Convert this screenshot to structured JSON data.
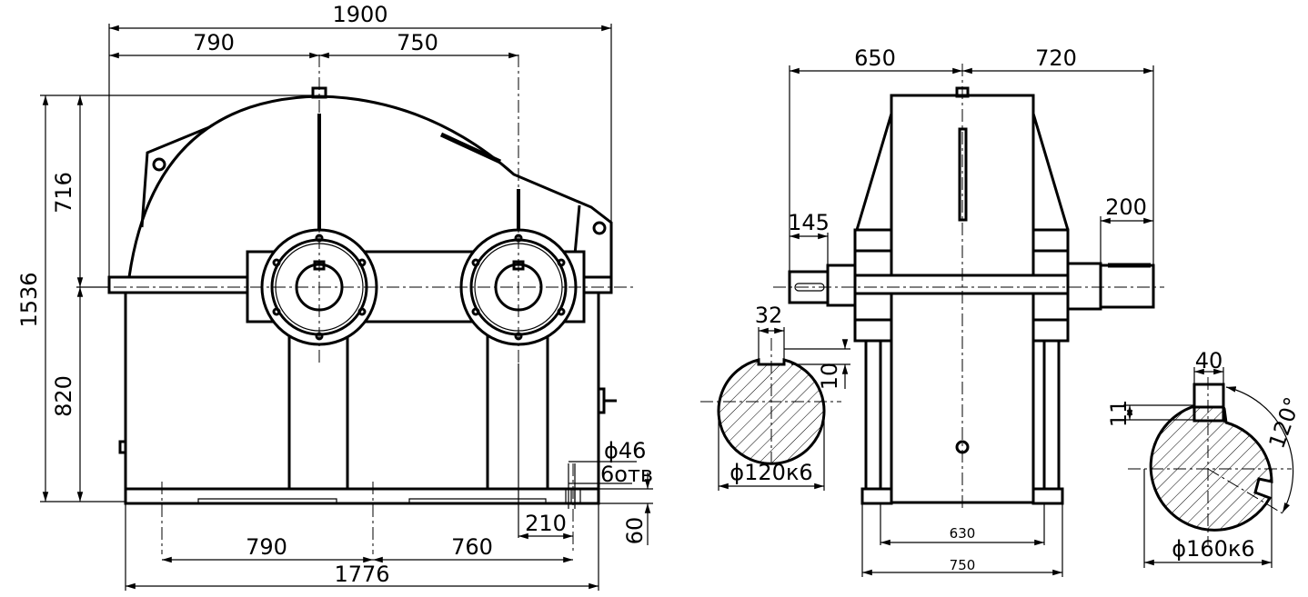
{
  "front_view": {
    "overall_width": "1900",
    "input_offset": "790",
    "shaft_spacing": "750",
    "total_height": "1536",
    "cover_height": "716",
    "axis_height": "820",
    "bolt_spacing_left": "790",
    "bolt_spacing_right": "760",
    "foot_offset": "210",
    "base_length": "1776",
    "base_thickness": "60",
    "hole_diameter": "ϕ46",
    "hole_count": "6отв"
  },
  "side_view": {
    "left_half": "650",
    "right_half": "720",
    "input_shaft_length": "145",
    "output_shaft_length": "200",
    "foot_inner": "630",
    "foot_outer": "750"
  },
  "input_shaft_section": {
    "key_width": "32",
    "key_depth": "10",
    "diameter": "ϕ120к6"
  },
  "output_shaft_section": {
    "key_width": "40",
    "key_depth": "11",
    "angle": "120°",
    "diameter": "ϕ160к6"
  }
}
